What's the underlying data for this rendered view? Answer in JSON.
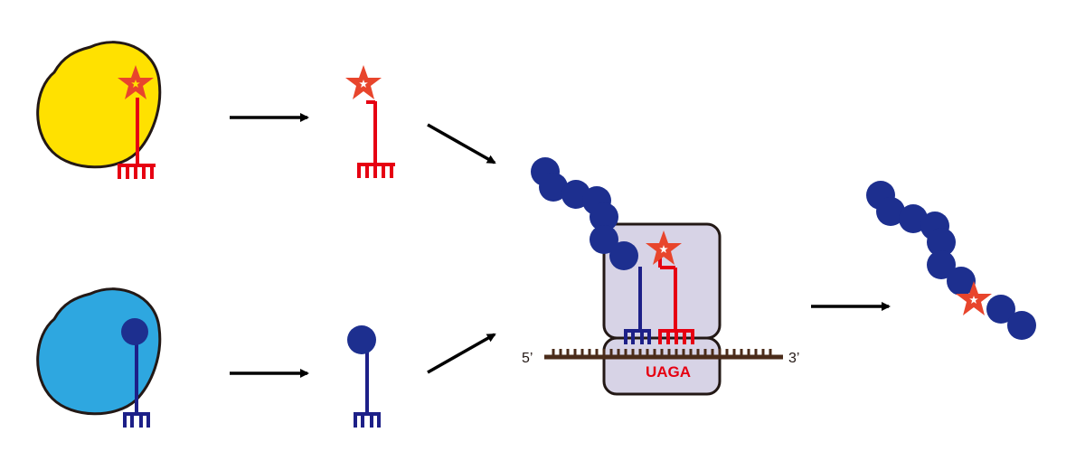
{
  "colors": {
    "enzyme_yellow": "#ffe100",
    "enzyme_blue": "#2ea7e0",
    "outline": "#231815",
    "trna_red": "#e60012",
    "trna_blue": "#1d2088",
    "amino_acid": "#1d2f8f",
    "star": "#e8452c",
    "ribosome": "#d7d3e6",
    "mrna": "#4b2c1a",
    "arrow": "#000000"
  },
  "icons": {
    "unnatural_amino_acid": "star-icon",
    "natural_amino_acid": "circle-icon",
    "trna": "trna-icon",
    "synthetase": "enzyme-blob-icon",
    "ribosome": "ribosome-icon"
  },
  "mrna": {
    "five_prime": "5’",
    "three_prime": "3’",
    "codon": "UAGA"
  }
}
